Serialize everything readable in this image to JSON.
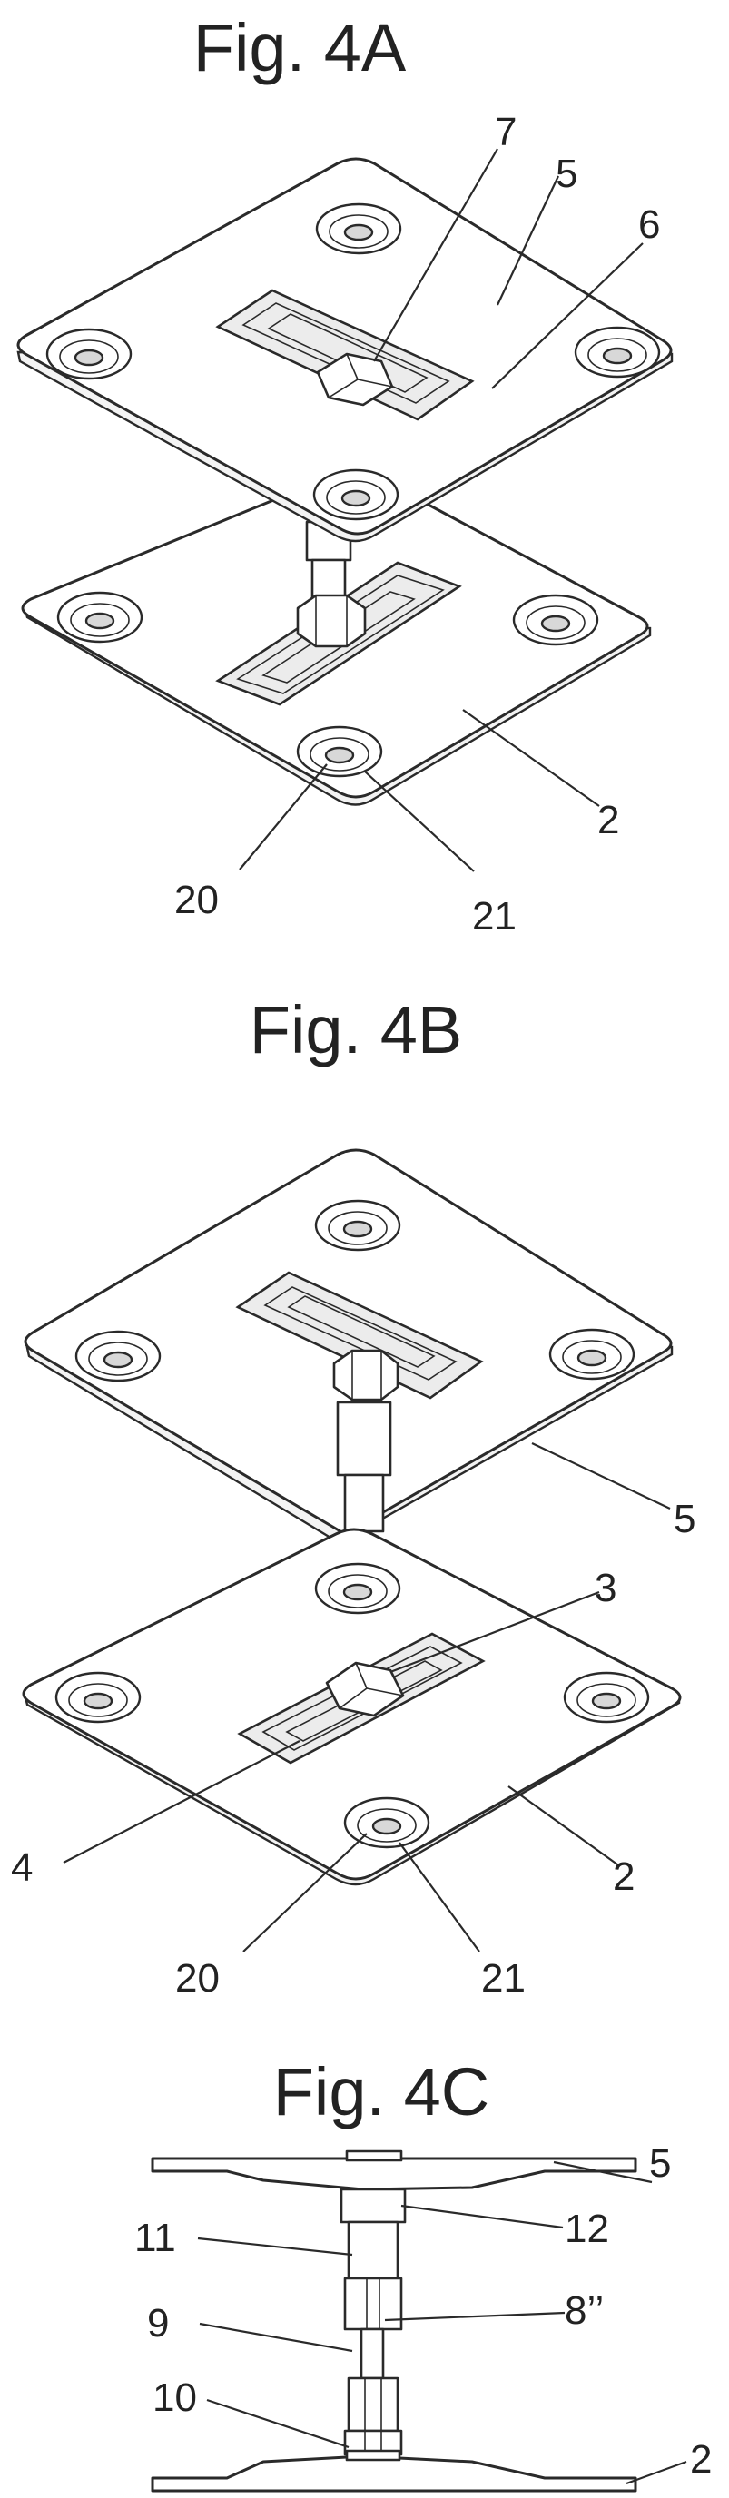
{
  "figures": [
    {
      "title": "Fig. 4A",
      "labels": {
        "l7": "7",
        "l5": "5",
        "l6": "6",
        "l2": "2",
        "l20": "20",
        "l21": "21"
      }
    },
    {
      "title": "Fig. 4B",
      "labels": {
        "l5": "5",
        "l3": "3",
        "l4": "4",
        "l2": "2",
        "l20": "20",
        "l21": "21"
      }
    },
    {
      "title": "Fig. 4C",
      "labels": {
        "l5": "5",
        "l11": "11",
        "l12": "12",
        "l9": "9",
        "l8": "8’’",
        "l10": "10",
        "l2": "2"
      }
    }
  ]
}
